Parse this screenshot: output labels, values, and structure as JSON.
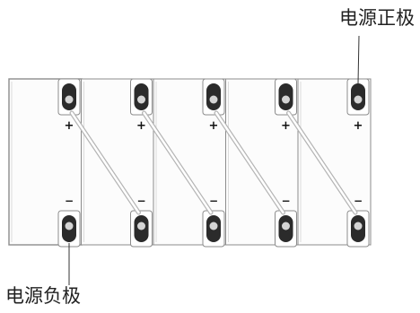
{
  "labels": {
    "positive_terminal": "电源正极",
    "negative_terminal": "电源负极"
  },
  "battery_pack": {
    "cell_count": 5,
    "cells": [
      {
        "top_terminal_sign": "+",
        "bottom_terminal_sign": "−"
      },
      {
        "top_terminal_sign": "+",
        "bottom_terminal_sign": "−"
      },
      {
        "top_terminal_sign": "+",
        "bottom_terminal_sign": "−"
      },
      {
        "top_terminal_sign": "+",
        "bottom_terminal_sign": "−"
      },
      {
        "top_terminal_sign": "+",
        "bottom_terminal_sign": "−"
      }
    ],
    "series_links": 4
  },
  "colors": {
    "outline": "#8c8c8c",
    "cell_fill": "#fcfcfc",
    "terminal_dark": "#2b2b2b",
    "terminal_light": "#d4d4d4",
    "link_strap": "#b5b5b5",
    "text": "#222222"
  }
}
